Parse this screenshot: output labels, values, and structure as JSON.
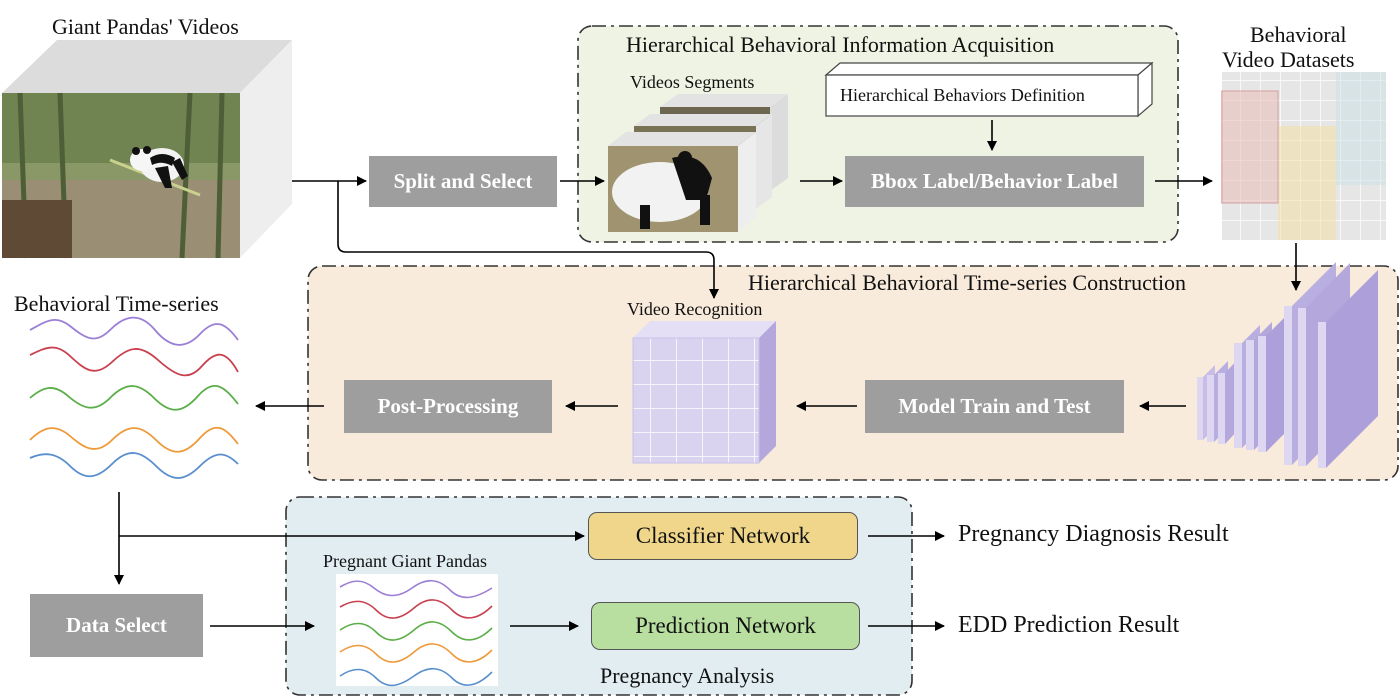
{
  "input": {
    "title": "Giant Pandas' Videos"
  },
  "steps": {
    "split_select": "Split and Select",
    "bbox_label": "Bbox Label/Behavior Label",
    "hier_def": "Hierarchical Behaviors Definition",
    "post_processing": "Post-Processing",
    "model_train_test": "Model Train and Test",
    "data_select": "Data Select"
  },
  "regions": {
    "acquisition": "Hierarchical Behavioral Information Acquisition",
    "construction": "Hierarchical Behavioral Time-series Construction",
    "pregnancy": "Pregnancy Analysis"
  },
  "labels": {
    "video_segments": "Videos Segments",
    "video_recognition": "Video Recognition",
    "behavioral_timeseries": "Behavioral Time-series",
    "datasets_line1": "Behavioral",
    "datasets_line2": "Video Datasets",
    "pregnant_pandas": "Pregnant Giant Pandas"
  },
  "networks": {
    "classifier": "Classifier Network",
    "prediction": "Prediction Network"
  },
  "results": {
    "diagnosis": "Pregnancy Diagnosis Result",
    "edd": "EDD Prediction Result"
  },
  "colors": {
    "gray_box": "#9e9e9e",
    "acquisition_bg": "#eef3e3",
    "construction_bg": "#f8ebdc",
    "pregnancy_bg": "#e1edf1",
    "classifier_fill": "#efd68a",
    "prediction_fill": "#b8dea0",
    "cube_face": "#d9d3ef",
    "cube_side": "#b3a7dc",
    "series": [
      "#9b7fd6",
      "#c9414f",
      "#5aae47",
      "#ee9a3a",
      "#5a8fce"
    ]
  }
}
